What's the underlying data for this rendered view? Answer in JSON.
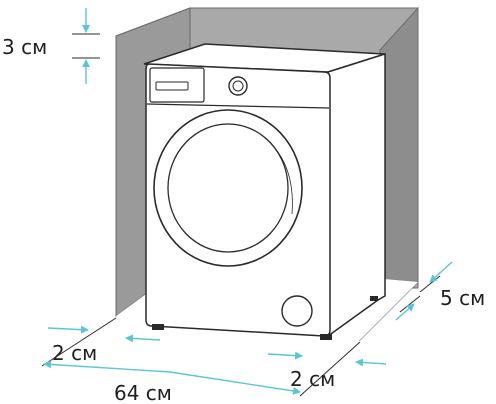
{
  "labels": {
    "top_gap": "3 см",
    "back_gap": "5 см",
    "left_side_gap": "2 см",
    "right_side_gap": "2 см",
    "total_width": "64 см"
  },
  "colors": {
    "niche_fill": "#9c9c9c",
    "niche_stroke": "#6b6b6b",
    "machine_outline": "#2a2a2a",
    "dimension_arrow": "#5bc6d1",
    "text": "#1f1f1f"
  }
}
